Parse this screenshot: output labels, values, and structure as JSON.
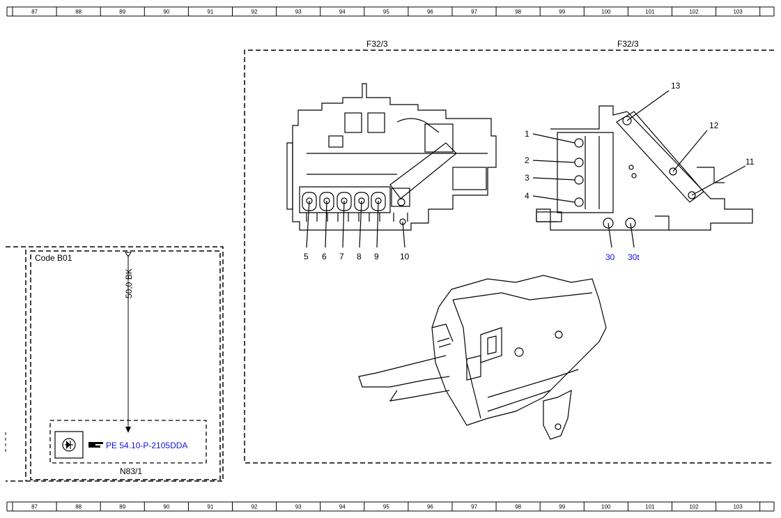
{
  "ruler": {
    "columns": [
      "87",
      "88",
      "89",
      "90",
      "91",
      "92",
      "93",
      "94",
      "95",
      "96",
      "97",
      "98",
      "99",
      "100",
      "101",
      "102",
      "103"
    ]
  },
  "left_box": {
    "code_label": "Code B01",
    "wire_label": "50,0 BK",
    "link_text": "PE 54.10-P-2105DDA",
    "module_label": "N83/1",
    "icon": "diode-symbol-icon",
    "pointer_icon": "hand-pointer-icon"
  },
  "right_box": {
    "left_title": "F32/3",
    "right_title": "F32/3",
    "left_pins": [
      "5",
      "6",
      "7",
      "8",
      "9",
      "10"
    ],
    "right_pins_left": [
      "1",
      "2",
      "3",
      "4"
    ],
    "right_pins_top": [
      "13",
      "12",
      "11"
    ],
    "terminals": [
      "30",
      "30t"
    ]
  },
  "colors": {
    "link": "#1010e0",
    "terminal": "#1010e0",
    "line": "#000000"
  }
}
